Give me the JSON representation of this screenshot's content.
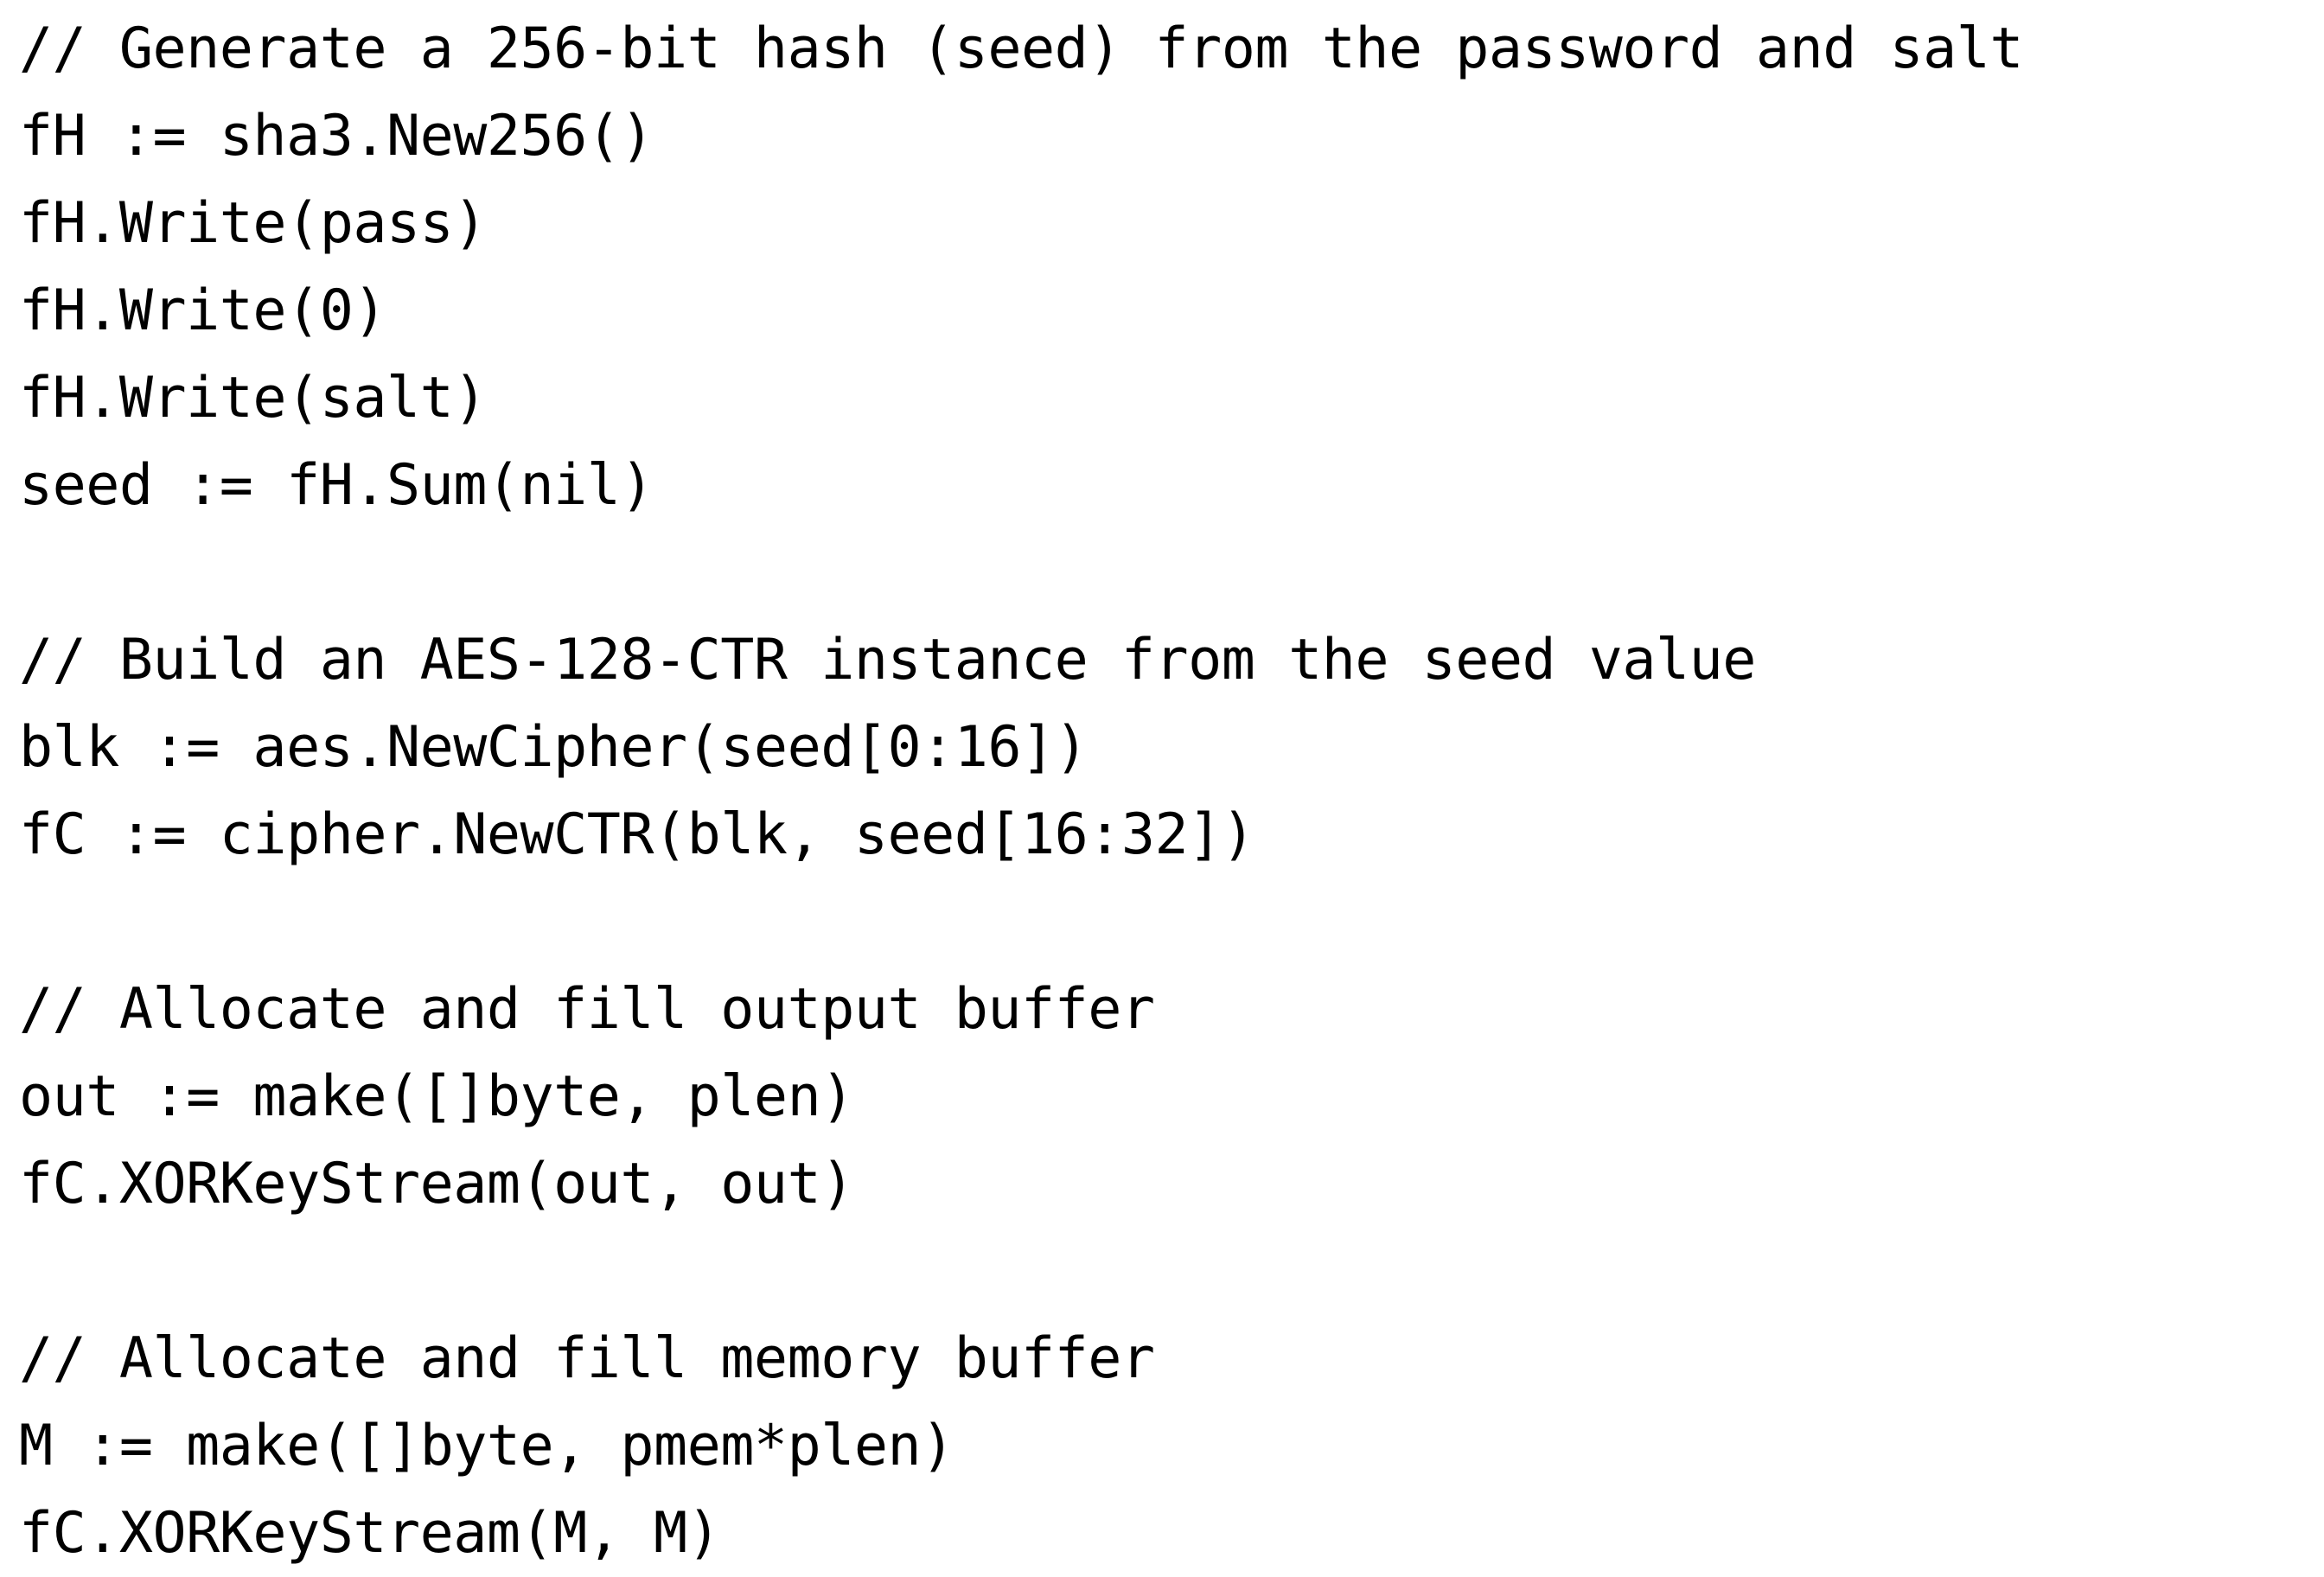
{
  "document": {
    "kind": "code-listing",
    "language": "Go",
    "background_color": "#ffffff",
    "text_color": "#000000"
  },
  "code": {
    "lines": [
      "// Generate a 256-bit hash (seed) from the password and salt",
      "fH := sha3.New256()",
      "fH.Write(pass)",
      "fH.Write(0)",
      "fH.Write(salt)",
      "seed := fH.Sum(nil)",
      "",
      "// Build an AES-128-CTR instance from the seed value",
      "blk := aes.NewCipher(seed[0:16])",
      "fC := cipher.NewCTR(blk, seed[16:32])",
      "",
      "// Allocate and fill output buffer",
      "out := make([]byte, plen)",
      "fC.XORKeyStream(out, out)",
      "",
      "// Allocate and fill memory buffer",
      "M := make([]byte, pmem*plen)",
      "fC.XORKeyStream(M, M)"
    ]
  }
}
